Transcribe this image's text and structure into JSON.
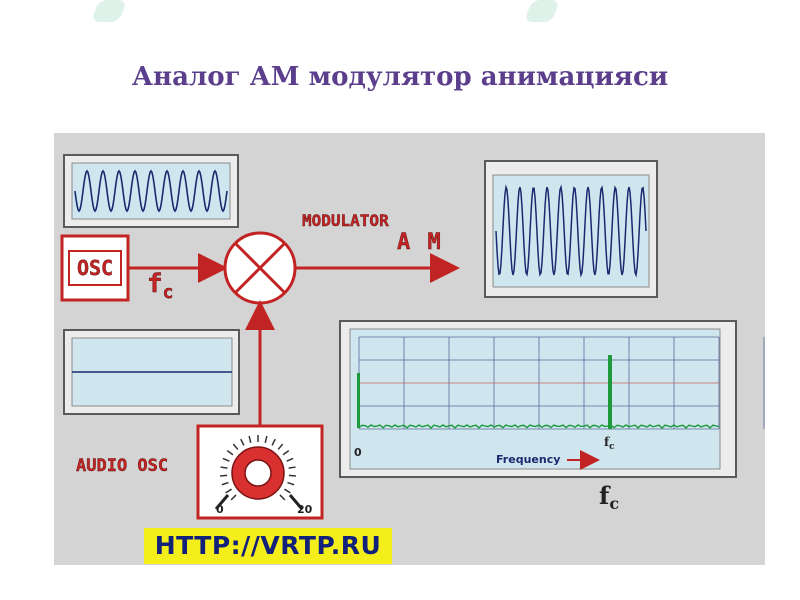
{
  "title": "Аналог АМ модулятор анимацияси",
  "labels": {
    "osc": "OSC",
    "modulator": "MODULATOR",
    "am": "A M",
    "carrier_symbol": "f",
    "carrier_subscript": "c",
    "audio_osc": "AUDIO OSC",
    "knob_min": "0",
    "knob_max": "20"
  },
  "spectrum": {
    "zero_label": "0",
    "frequency_label": "Frequency",
    "peak_label": "f",
    "peak_subscript": "c",
    "below_symbol": "f",
    "below_subscript": "c"
  },
  "url_banner": "HTTP://VRTP.RU",
  "colors": {
    "title": "#5b3f8c",
    "signal_red": "#c22424",
    "wave_blue": "#1a2a6e",
    "screen_bg": "#cfe6ef",
    "spectrum_green": "#1f9a3a",
    "banner_bg": "#f4ef1a",
    "banner_text": "#12217a"
  }
}
